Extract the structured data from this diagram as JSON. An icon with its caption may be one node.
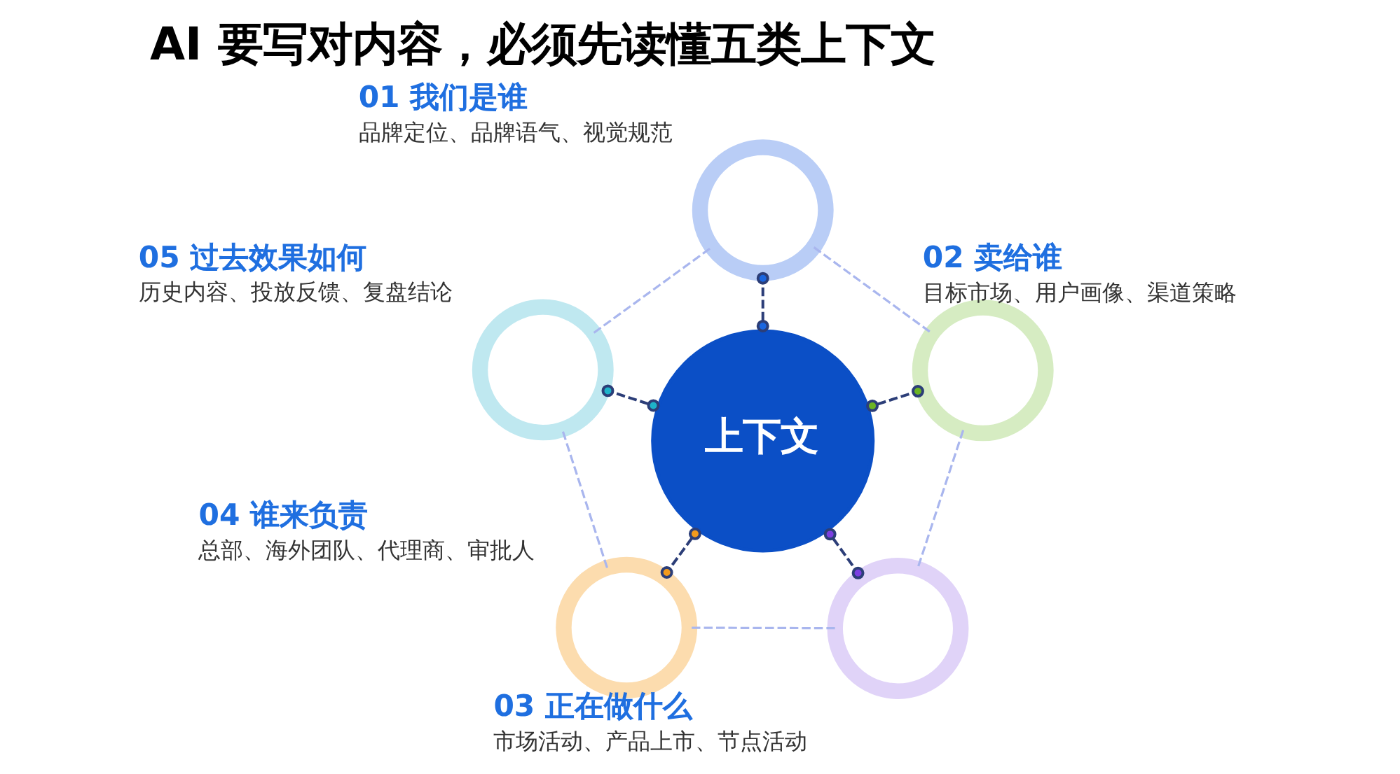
{
  "diagram": {
    "title": "AI 要写对内容，必须先读懂五类上下文",
    "nodes": [
      {
        "text": [
          "上下文"
        ]
      },
      {
        "text": [
          "01 我们是谁",
          "品牌定位、品牌语气、视觉规范"
        ]
      },
      {
        "text": [
          "02 卖给谁",
          "目标市场、用户画像、渠道策略"
        ]
      },
      {
        "text": [
          "03 正在做什么",
          "市场活动、产品上市、节点活动"
        ]
      },
      {
        "text": [
          "04 谁来负责",
          "总部、海外团队、代理商、审批人"
        ]
      },
      {
        "text": [
          "05 过去效果如何",
          "历史内容、投放反馈、复盘结论"
        ]
      }
    ],
    "edges": [
      {
        "from": 0,
        "to": 1,
        "arrow": "other",
        "style": "dashed"
      },
      {
        "from": 0,
        "to": 2,
        "arrow": "other",
        "style": "dashed"
      },
      {
        "from": 0,
        "to": 3,
        "arrow": "other",
        "style": "dashed"
      },
      {
        "from": 0,
        "to": 4,
        "arrow": "other",
        "style": "dashed"
      },
      {
        "from": 0,
        "to": 5,
        "arrow": "other",
        "style": "dashed"
      },
      {
        "from": 1,
        "to": 2,
        "arrow": "none",
        "style": "dashed",
        "color": "#a9b6ee"
      },
      {
        "from": 2,
        "to": 3,
        "arrow": "none",
        "style": "dashed",
        "color": "#a9b6ee"
      },
      {
        "from": 3,
        "to": 4,
        "arrow": "none",
        "style": "dashed",
        "color": "#a9b6ee"
      },
      {
        "from": 4,
        "to": 5,
        "arrow": "none",
        "style": "dashed",
        "color": "#a9b6ee"
      },
      {
        "from": 5,
        "to": 1,
        "arrow": "none",
        "style": "dashed",
        "color": "#a9b6ee"
      }
    ]
  }
}
